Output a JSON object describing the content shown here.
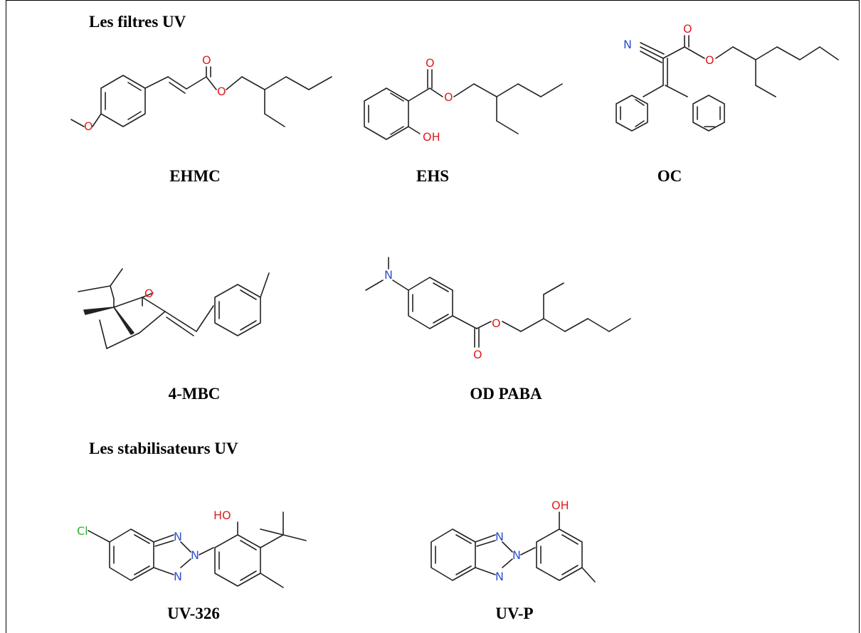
{
  "sections": {
    "filters_title": "Les filtres UV",
    "stabilizers_title": "Les stabilisateurs UV"
  },
  "compounds": {
    "ehmc": "EHMC",
    "ehs": "EHS",
    "oc": "OC",
    "mbc": "4-MBC",
    "odpaba": "OD PABA",
    "uv326": "UV-326",
    "uvp": "UV-P"
  },
  "atoms": {
    "oxygen": "O",
    "hydroxyl": "OH",
    "hydroxyl_top": "HO",
    "nitrogen": "N",
    "chlorine": "Cl"
  },
  "colors": {
    "oxygen": "#e02020",
    "nitrogen": "#3050d0",
    "chlorine": "#30b030",
    "bond": "#222222"
  }
}
